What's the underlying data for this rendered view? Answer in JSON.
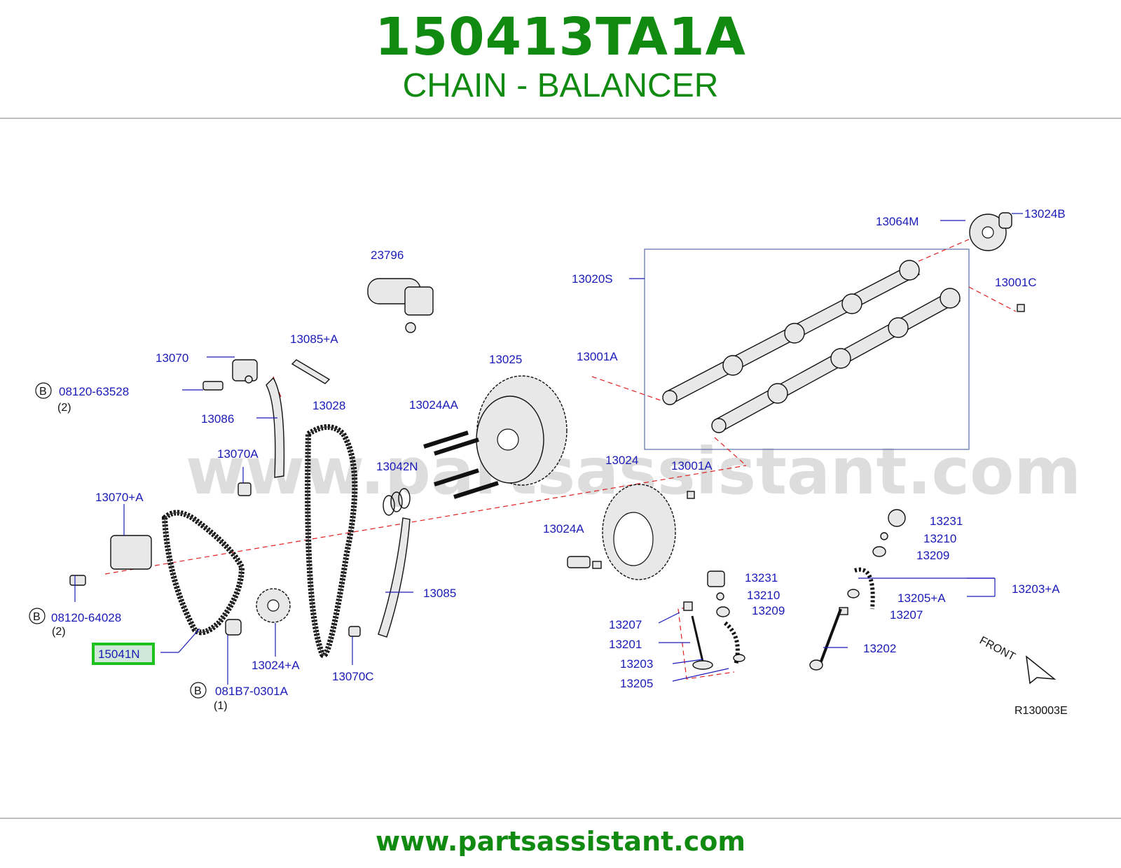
{
  "header": {
    "part_number": "150413TA1A",
    "part_name": "CHAIN - BALANCER"
  },
  "footer": {
    "url": "www.partsassistant.com"
  },
  "diagram": {
    "watermark": "www.partsassistant.com",
    "ref_code": "R130003E",
    "front_label": "FRONT",
    "highlight_color": "#1ec21e",
    "label_color": "#1a1ab8",
    "labels": {
      "l23796": "23796",
      "l13064M": "13064M",
      "l13024B": "13024B",
      "l13020S": "13020S",
      "l13001C": "13001C",
      "l13085A": "13085+A",
      "l13070": "13070",
      "l13025": "13025",
      "l13001A_top": "13001A",
      "l08120_63528": "08120-63528",
      "l13028": "13028",
      "l13024AA": "13024AA",
      "l13086": "13086",
      "l13070A": "13070A",
      "l13042N": "13042N",
      "l13024": "13024",
      "l13001A_mid": "13001A",
      "l13070pA": "13070+A",
      "l13231a": "13231",
      "l13210a": "13210",
      "l13024A": "13024A",
      "l13209a": "13209",
      "l13231b": "13231",
      "l13203A": "13203+A",
      "l13085": "13085",
      "l13210b": "13210",
      "l13205A": "13205+A",
      "l08120_64028": "08120-64028",
      "l13209b": "13209",
      "l13207a": "13207",
      "l13207b": "13207",
      "l15041N": "15041N",
      "l13201": "13201",
      "l13024pA": "13024+A",
      "l13202": "13202",
      "l13203": "13203",
      "l13070C": "13070C",
      "l13205": "13205",
      "l081B7": "081B7-0301A"
    },
    "badges": {
      "b1": "B",
      "b2": "B",
      "b3": "B"
    },
    "quantities": {
      "q1": "(2)",
      "q2": "(2)",
      "q3": "(1)"
    }
  }
}
